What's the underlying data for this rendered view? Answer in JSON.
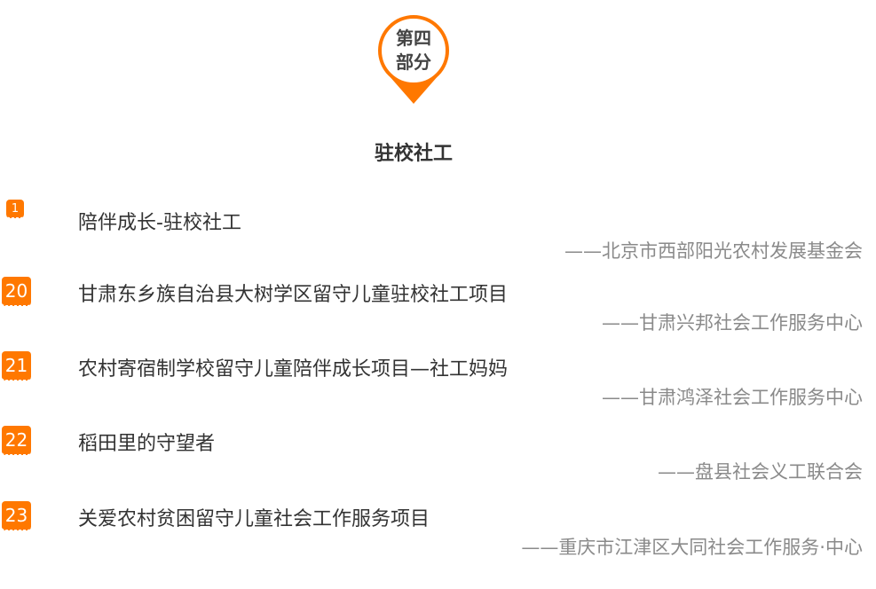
{
  "section": {
    "label": "第四\n部分",
    "label_line1": "第四",
    "label_line2": "部分",
    "title": "驻校社工",
    "accent": "#ff7800"
  },
  "items": [
    {
      "number": "1",
      "title": "陪伴成长-驻校社工",
      "org": "——北京市西部阳光农村发展基金会"
    },
    {
      "number": "20",
      "title": "甘肃东乡族自治县大树学区留守儿童驻校社工项目",
      "org": "——甘肃兴邦社会工作服务中心"
    },
    {
      "number": "21",
      "title": "农村寄宿制学校留守儿童陪伴成长项目—社工妈妈",
      "org": "——甘肃鸿泽社会工作服务中心"
    },
    {
      "number": "22",
      "title": "稻田里的守望者",
      "org": "——盘县社会义工联合会"
    },
    {
      "number": "23",
      "title": "关爱农村贫困留守儿童社会工作服务项目",
      "org": "——重庆市江津区大同社会工作服务·中心"
    }
  ]
}
